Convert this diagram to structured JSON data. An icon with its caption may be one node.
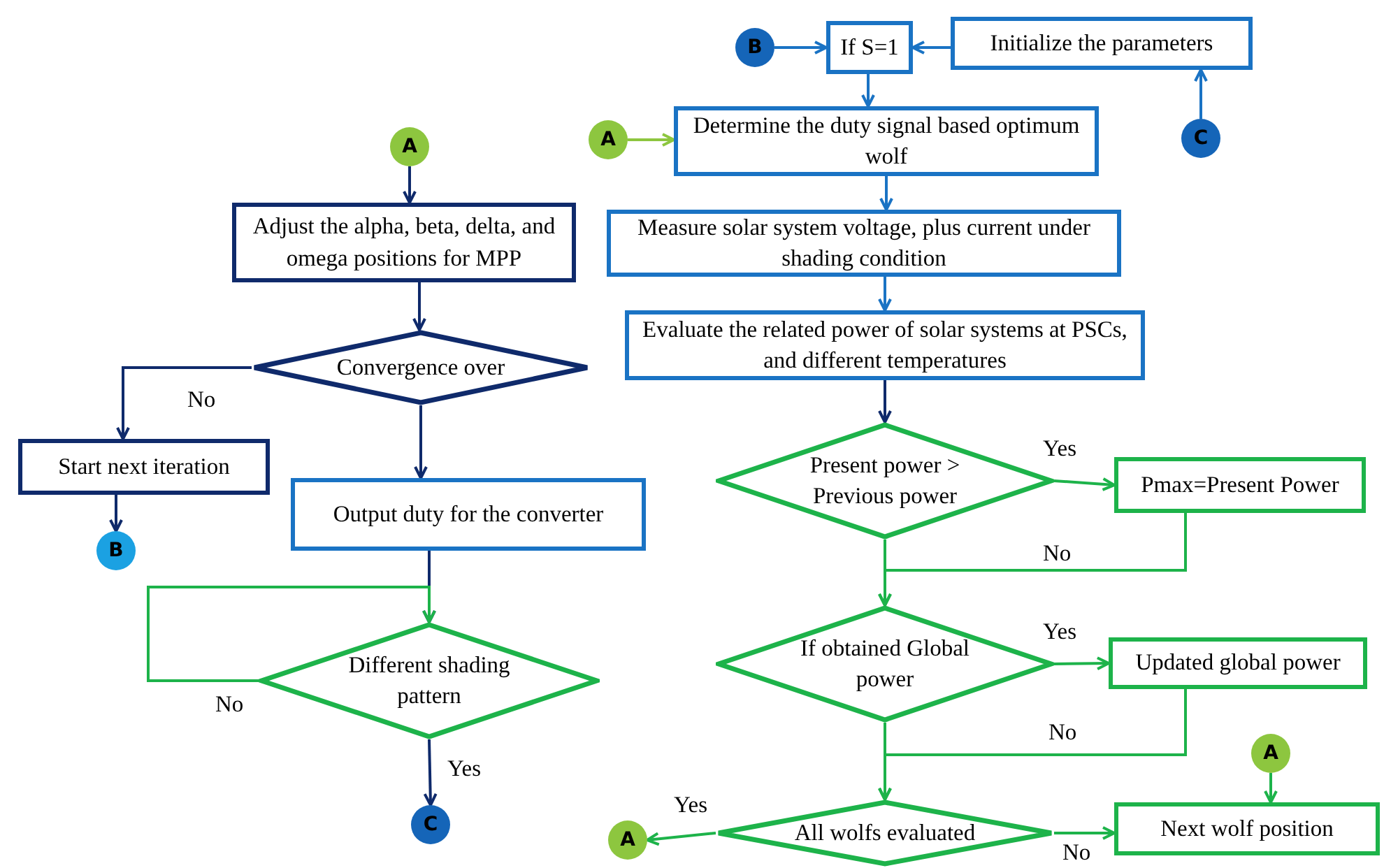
{
  "diagram": {
    "nodes": [
      {
        "text": [
          "B"
        ]
      },
      {
        "text": [
          "If S=1"
        ]
      },
      {
        "text": [
          "Initialize the parameters"
        ]
      },
      {
        "text": [
          "C"
        ]
      },
      {
        "text": [
          "A"
        ]
      },
      {
        "text": [
          "Determine the duty signal based optimum wolf"
        ]
      },
      {
        "text": [
          "Measure solar system voltage, plus current under shading condition"
        ]
      },
      {
        "text": [
          "Evaluate the related power of solar systems at PSCs, and different temperatures"
        ]
      },
      {
        "text": [
          "A"
        ]
      },
      {
        "text": [
          "Adjust the alpha, beta, delta, and omega positions for MPP"
        ]
      },
      {
        "text": [
          "Convergence over"
        ]
      },
      {
        "text": [
          "Start next iteration"
        ]
      },
      {
        "text": [
          "B"
        ]
      },
      {
        "text": [
          "Output duty for the converter"
        ]
      },
      {
        "text": [
          "Different shading pattern"
        ]
      },
      {
        "text": [
          "C"
        ]
      },
      {
        "text": [
          "Present power > Previous power"
        ]
      },
      {
        "text": [
          "Pmax=Present Power"
        ]
      },
      {
        "text": [
          "If obtained Global power"
        ]
      },
      {
        "text": [
          "Updated global power"
        ]
      },
      {
        "text": [
          "All wolfs evaluated"
        ]
      },
      {
        "text": [
          "A"
        ]
      },
      {
        "text": [
          "A"
        ]
      },
      {
        "text": [
          "Next wolf position"
        ]
      }
    ],
    "edges": [
      {
        "from": 0,
        "to": 1,
        "arrow": "to",
        "color": "#1a73c4"
      },
      {
        "from": 2,
        "to": 1,
        "arrow": "to",
        "color": "#1a73c4"
      },
      {
        "from": 3,
        "to": 2,
        "arrow": "to",
        "color": "#1a73c4"
      },
      {
        "from": 1,
        "to": 5,
        "arrow": "to",
        "color": "#1a73c4"
      },
      {
        "from": 4,
        "to": 5,
        "arrow": "to",
        "color": "#8dc63f"
      },
      {
        "from": 5,
        "to": 6,
        "arrow": "to",
        "color": "#1a73c4"
      },
      {
        "from": 6,
        "to": 7,
        "arrow": "to",
        "color": "#1a73c4"
      },
      {
        "from": 7,
        "to": 16,
        "arrow": "to",
        "color": "#0f2a6b"
      },
      {
        "from": 16,
        "to": 17,
        "arrow": "to",
        "label": "Yes"
      },
      {
        "from": 17,
        "to": 18,
        "arrow": "to",
        "label": "No"
      },
      {
        "from": 16,
        "to": 18,
        "arrow": "to"
      },
      {
        "from": 18,
        "to": 19,
        "arrow": "to",
        "label": "Yes"
      },
      {
        "from": 19,
        "to": 20,
        "arrow": "to",
        "label": "No"
      },
      {
        "from": 18,
        "to": 20,
        "arrow": "to"
      },
      {
        "from": 20,
        "to": 21,
        "arrow": "to",
        "label": "Yes"
      },
      {
        "from": 20,
        "to": 23,
        "arrow": "to",
        "label": "No"
      },
      {
        "from": 22,
        "to": 23,
        "arrow": "to"
      },
      {
        "from": 8,
        "to": 9,
        "arrow": "to",
        "color": "#0f2a6b"
      },
      {
        "from": 9,
        "to": 10,
        "arrow": "to",
        "color": "#0f2a6b"
      },
      {
        "from": 10,
        "to": 11,
        "arrow": "to",
        "label": "No",
        "color": "#0f2a6b"
      },
      {
        "from": 10,
        "to": 13,
        "arrow": "to",
        "color": "#0f2a6b"
      },
      {
        "from": 11,
        "to": 12,
        "arrow": "to",
        "color": "#0f2a6b"
      },
      {
        "from": 13,
        "to": 14,
        "arrow": "to",
        "color": "#0f2a6b"
      },
      {
        "from": 14,
        "to": 14,
        "arrow": "to",
        "label": "No"
      },
      {
        "from": 14,
        "to": 15,
        "arrow": "to",
        "label": "Yes",
        "color": "#0f2a6b"
      }
    ]
  }
}
